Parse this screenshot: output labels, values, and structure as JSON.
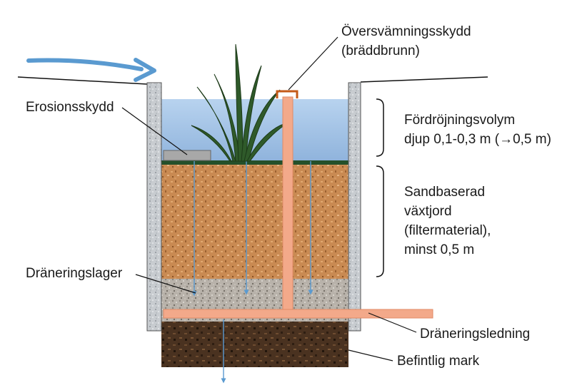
{
  "labels": {
    "overflow_line1": "Översvämningsskydd",
    "overflow_line2": "(bräddbrunn)",
    "erosion": "Erosionsskydd",
    "retention_line1": "Fördröjningsvolym",
    "retention_line2": "djup 0,1-0,3 m (→0,5 m)",
    "soil_line1": "Sandbaserad",
    "soil_line2": "växtjord",
    "soil_line3": "(filtermaterial),",
    "soil_line4": "minst 0,5 m",
    "drainage_layer": "Dräneringslager",
    "drain_pipe": "Dräneringsledning",
    "existing_ground": "Befintlig mark"
  },
  "colors": {
    "water": "#a9c6e8",
    "soil": "#c98a52",
    "gravel": "#b8b2aa",
    "existing_ground": "#4a3220",
    "pipe": "#f3a98a",
    "wall": "#c8ccd0",
    "arrow": "#5a9ad0",
    "plant": "#2f5a2a"
  }
}
